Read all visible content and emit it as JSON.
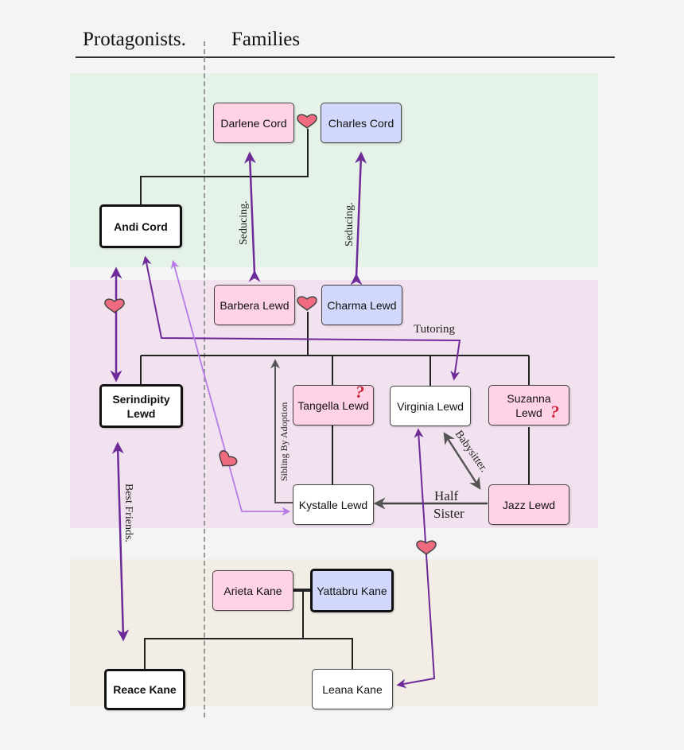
{
  "headers": {
    "protagonists": "Protagonists.",
    "families": "Families"
  },
  "people": {
    "darlene_cord": "Darlene Cord",
    "charles_cord": "Charles Cord",
    "andi_cord": "Andi Cord",
    "barbera_lewd": "Barbera Lewd",
    "charma_lewd": "Charma Lewd",
    "serindipity_lewd": "Serindipity Lewd",
    "tangella_lewd": "Tangella Lewd",
    "virginia_lewd": "Virginia Lewd",
    "suzanna_lewd": "Suzanna Lewd",
    "kystalle_lewd": "Kystalle Lewd",
    "jazz_lewd": "Jazz Lewd",
    "arieta_kane": "Arieta Kane",
    "yattabru_kane": "Yattabru Kane",
    "reace_kane": "Reace Kane",
    "leana_kane": "Leana Kane"
  },
  "edge_labels": {
    "seducing_1": "Seducing.",
    "seducing_2": "Seducing.",
    "tutoring": "Tutoring",
    "sibling_by_adoption": "Sibling By Adoption",
    "babysitter": "Babysitter.",
    "half": "Half",
    "sister": "Sister",
    "best_friends": "Best Friends."
  },
  "marks": {
    "question": "?"
  },
  "colors": {
    "female": "#ffd2e6",
    "male": "#d2d8fb",
    "arrow_purple": "#6d2a98",
    "arrow_light_purple": "#b77ae6",
    "arrow_gray": "#555555",
    "heart": "#f06b80"
  }
}
